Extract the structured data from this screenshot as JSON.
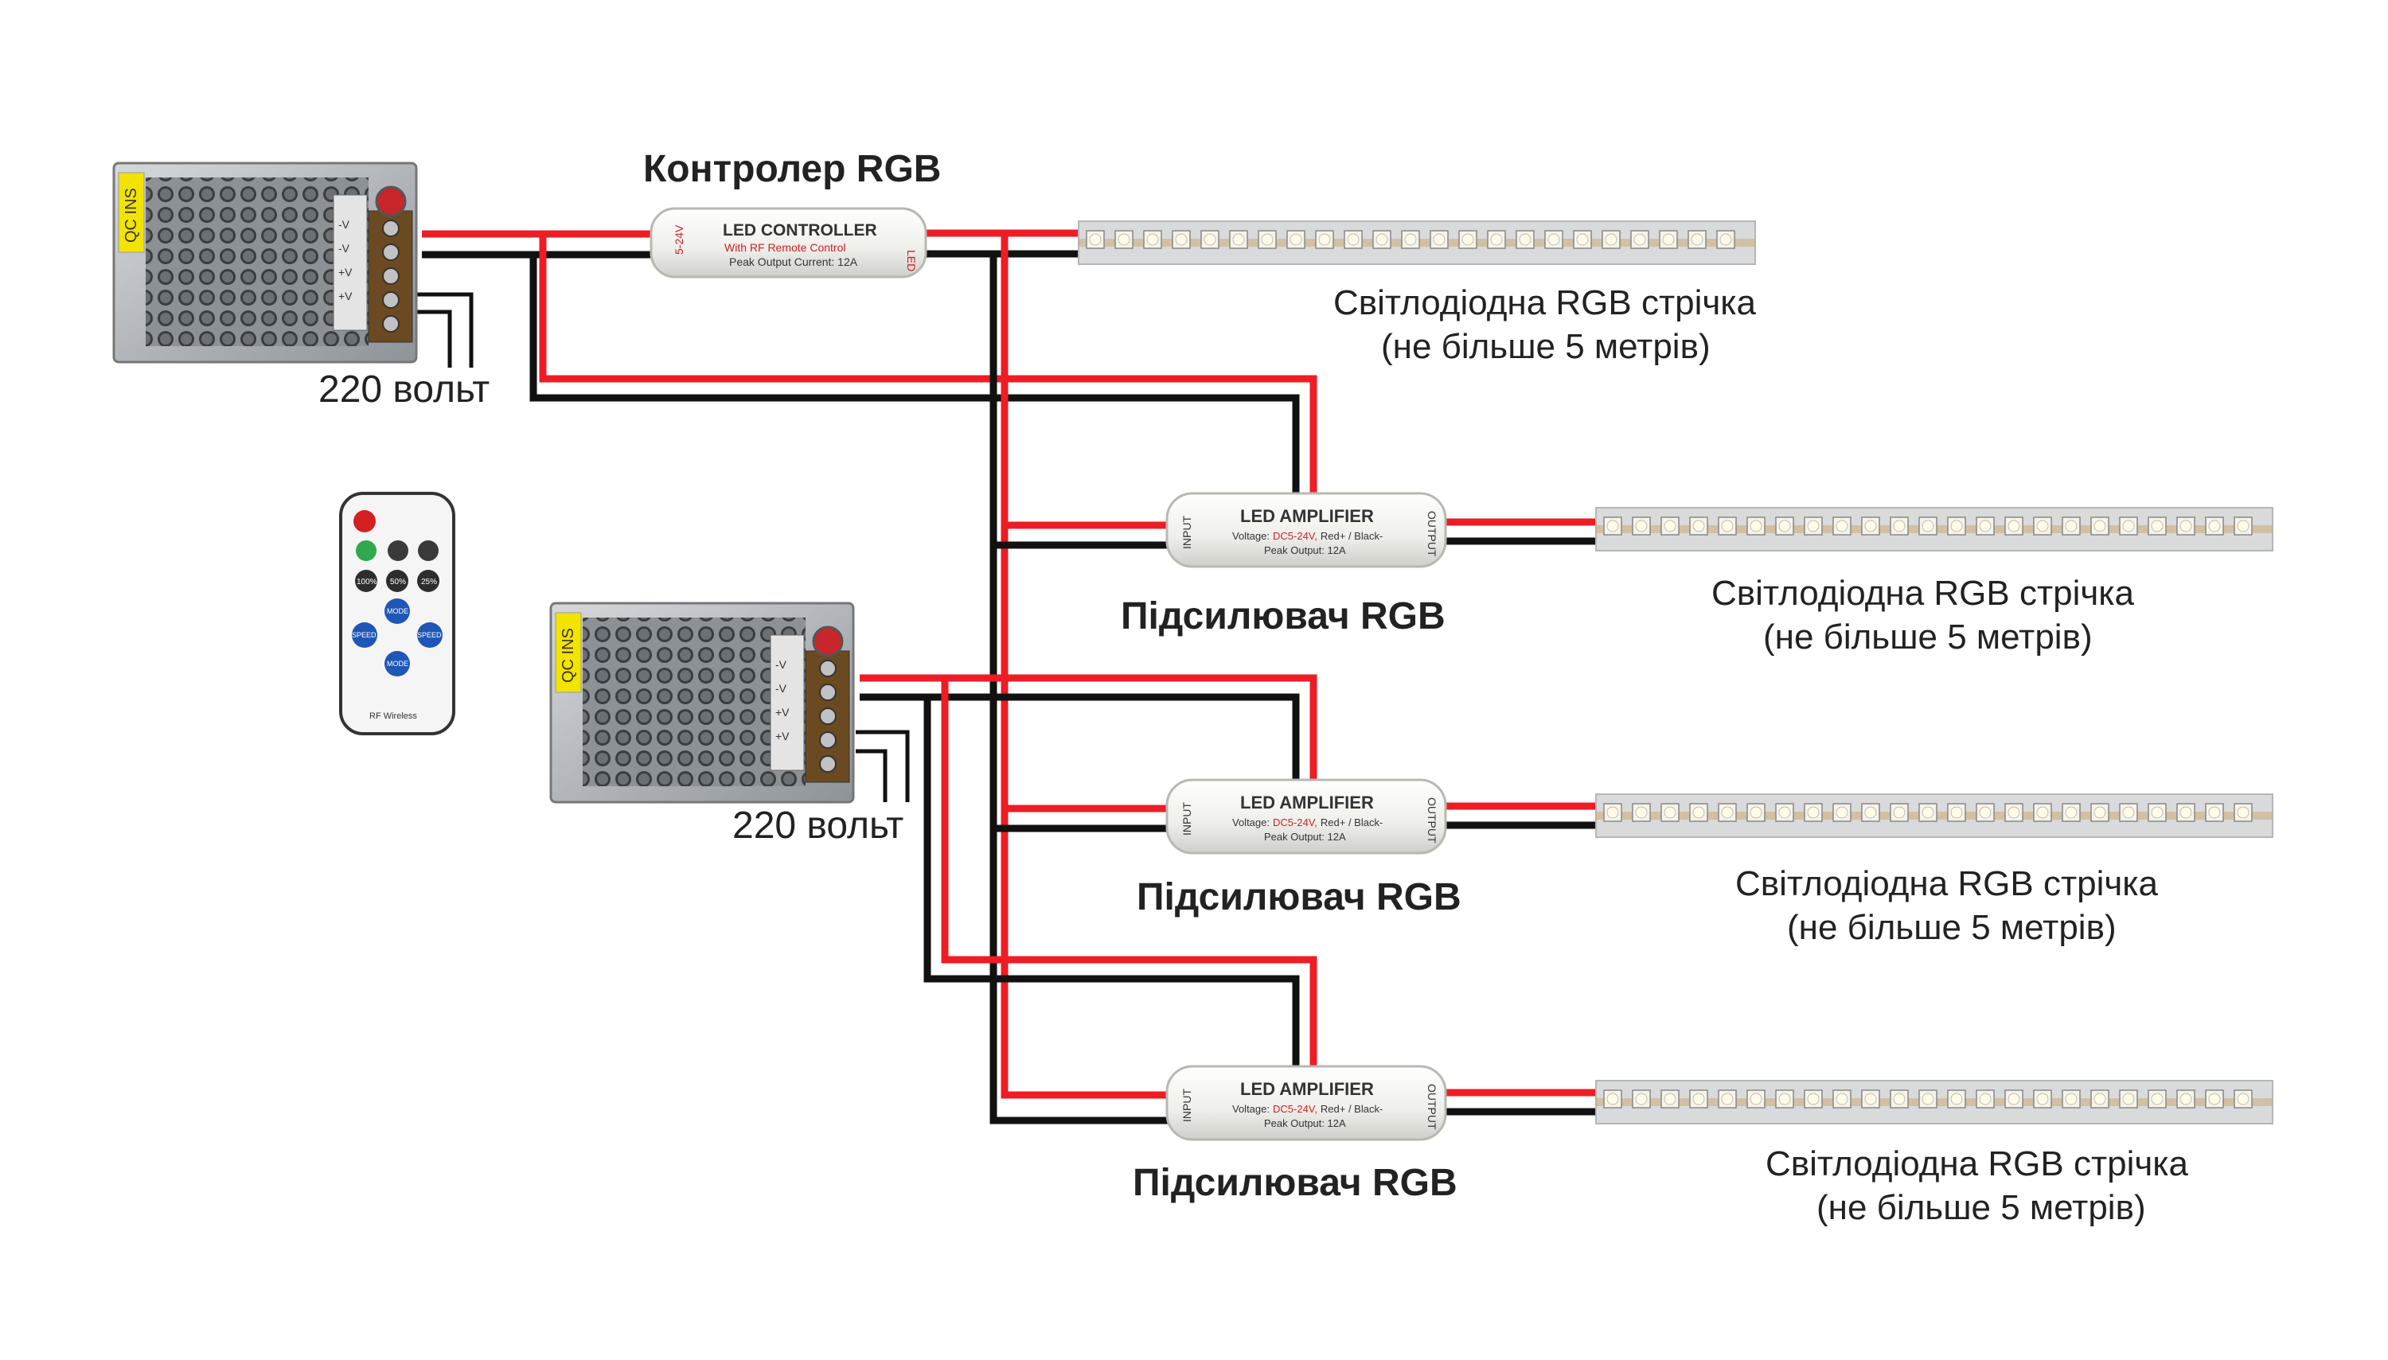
{
  "power_supplies": [
    {
      "qc_label": "QC INS",
      "mains_label": "220 вольт",
      "terminal_marks": [
        "-V",
        "-V",
        "+V",
        "+V"
      ]
    },
    {
      "qc_label": "QC INS",
      "mains_label": "220 вольт",
      "terminal_marks": [
        "-V",
        "-V",
        "+V",
        "+V"
      ]
    }
  ],
  "controller": {
    "caption": "Контролер RGB",
    "title": "LED CONTROLLER",
    "subtitle": "With RF Remote Control",
    "spec": "Peak Output Current: 12A",
    "left_tag": "5-24V",
    "right_tag": "LED"
  },
  "amplifier_unit": {
    "title": "LED AMPLIFIER",
    "voltage_prefix": "Voltage:",
    "voltage_value": "DC5-24V,",
    "voltage_suffix": "Red+ / Black-",
    "peak": "Peak Output: 12A",
    "input_tag": "INPUT",
    "output_tag": "OUTPUT"
  },
  "amplifiers": [
    {
      "caption": "Підсилювач RGB"
    },
    {
      "caption": "Підсилювач RGB"
    },
    {
      "caption": "Підсилювач RGB"
    }
  ],
  "strips": [
    {
      "line1": "Світлодіодна RGB стрічка",
      "line2": "(не більше 5 метрів)"
    },
    {
      "line1": "Світлодіодна RGB стрічка",
      "line2": "(не більше 5 метрів)"
    },
    {
      "line1": "Світлодіодна RGB стрічка",
      "line2": "(не більше 5 метрів)"
    },
    {
      "line1": "Світлодіодна RGB стрічка",
      "line2": "(не більше 5 метрів)"
    }
  ],
  "remote": {
    "buttons": [
      "100%",
      "50%",
      "25%",
      "SPEED",
      "SPEED",
      "MODE",
      "MODE"
    ],
    "brand": "RF Wireless"
  },
  "colors": {
    "wire_red": "#ee1c24",
    "wire_black": "#111111",
    "psu_metal": "#a9adb1",
    "strip_base": "#d9dadb",
    "led_chip": "#f6f4e8",
    "module_body": "#f2f2f0",
    "remote_body": "#f5f5f5",
    "remote_power": "#d42020",
    "remote_blue": "#1f56b8"
  }
}
